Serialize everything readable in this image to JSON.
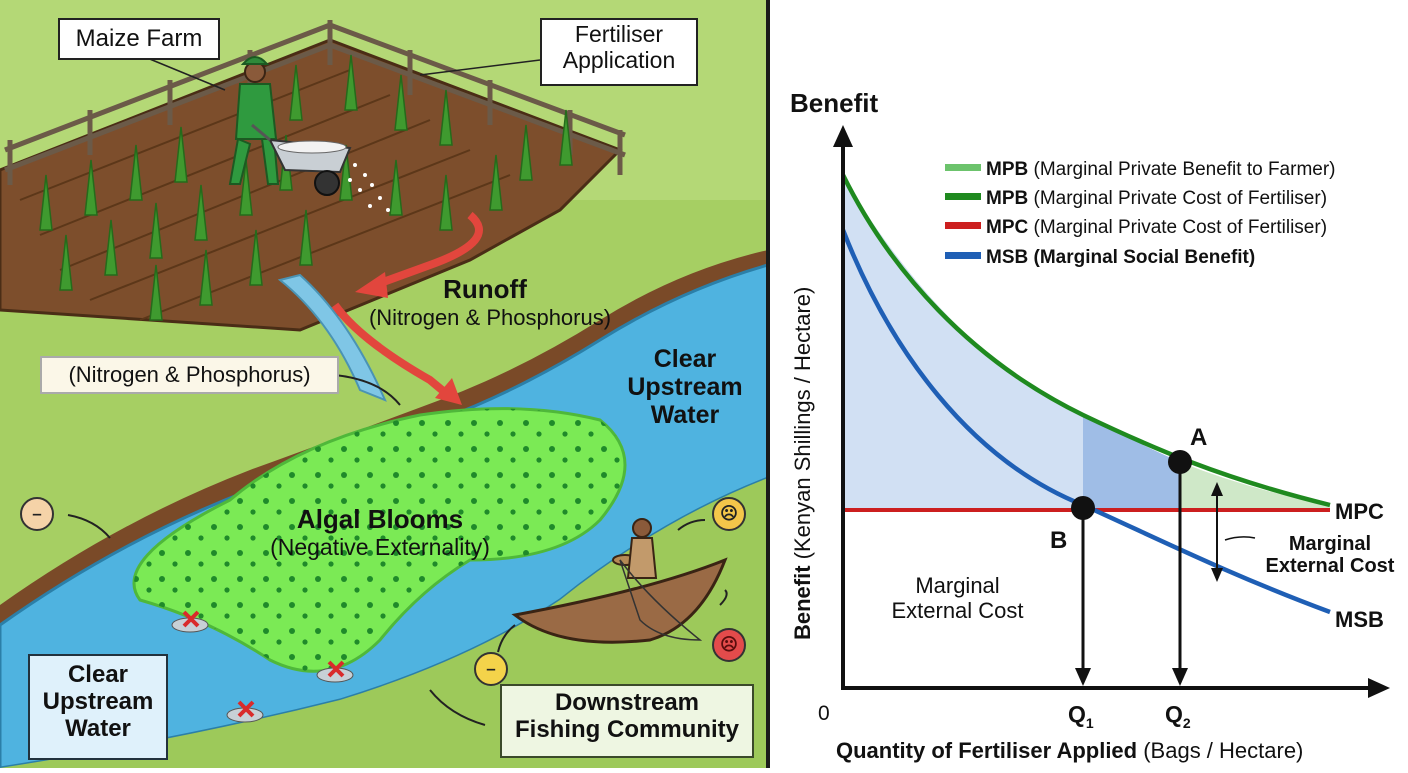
{
  "scene": {
    "maize_farm_label": "Maize Farm",
    "fertiliser_label": "Fertiliser\nApplication",
    "runoff_title": "Runoff",
    "runoff_sub": "(Nitrogen & Phosphorus)",
    "nutrients_label": "(Nitrogen & Phosphorus)",
    "clear_upstream_right": "Clear\nUpstream\nWater",
    "clear_upstream_left": "Clear\nUpstream\nWater",
    "algal_title": "Algal Blooms",
    "algal_sub": "(Negative Externality)",
    "downstream_label": "Downstream\nFishing Community",
    "colors": {
      "grass": "#9cc95a",
      "soil": "#8a5a34",
      "river": "#4fb3e0",
      "algae": "#7bea55",
      "runoff_arrow": "#e2463d"
    }
  },
  "chart_data": {
    "type": "line",
    "ylabel_bold": "Benefit",
    "ylabel_rest": " (Kenyan Shillings / Hectare)",
    "top_label": "Benefit",
    "xlabel_bold": "Quantity of Fertiliser Applied",
    "xlabel_rest": " (Bags / Hectare)",
    "origin_label": "0",
    "legend": [
      {
        "abbr": "MPB",
        "desc": " (Marginal Private Benefit to Farmer)",
        "color": "#6cc36c",
        "desc_bold": false
      },
      {
        "abbr": "MPB",
        "desc": " (Marginal Private Cost of Fertiliser)",
        "color": "#1f8a1f",
        "desc_bold": false
      },
      {
        "abbr": "MPC",
        "desc": " (Marginal Private Cost of Fertiliser)",
        "color": "#cc1f1f",
        "desc_bold": false
      },
      {
        "abbr": "MSB",
        "desc": " (Marginal Social Benefit)",
        "color": "#1f5fb5",
        "desc_bold": true
      }
    ],
    "curves": [
      {
        "name": "MPB",
        "color": "#1f8a1f",
        "end_label": ""
      },
      {
        "name": "MPC",
        "color": "#cc1f1f",
        "end_label": "MPC"
      },
      {
        "name": "MSB",
        "color": "#1f5fb5",
        "end_label": "MSB"
      }
    ],
    "points": {
      "A": "A",
      "B": "B"
    },
    "q1_label": "Q",
    "q1_sub": "1",
    "q2_label": "Q",
    "q2_sub": "2",
    "marginal_external_cost_right": "Marginal\nExternal Cost",
    "marginal_external_cost_center": "Marginal\nExternal Cost",
    "colors": {
      "area_light": "#c9dbf1",
      "area_dark": "#9fbde6",
      "area_green": "#cfe8c8"
    }
  }
}
